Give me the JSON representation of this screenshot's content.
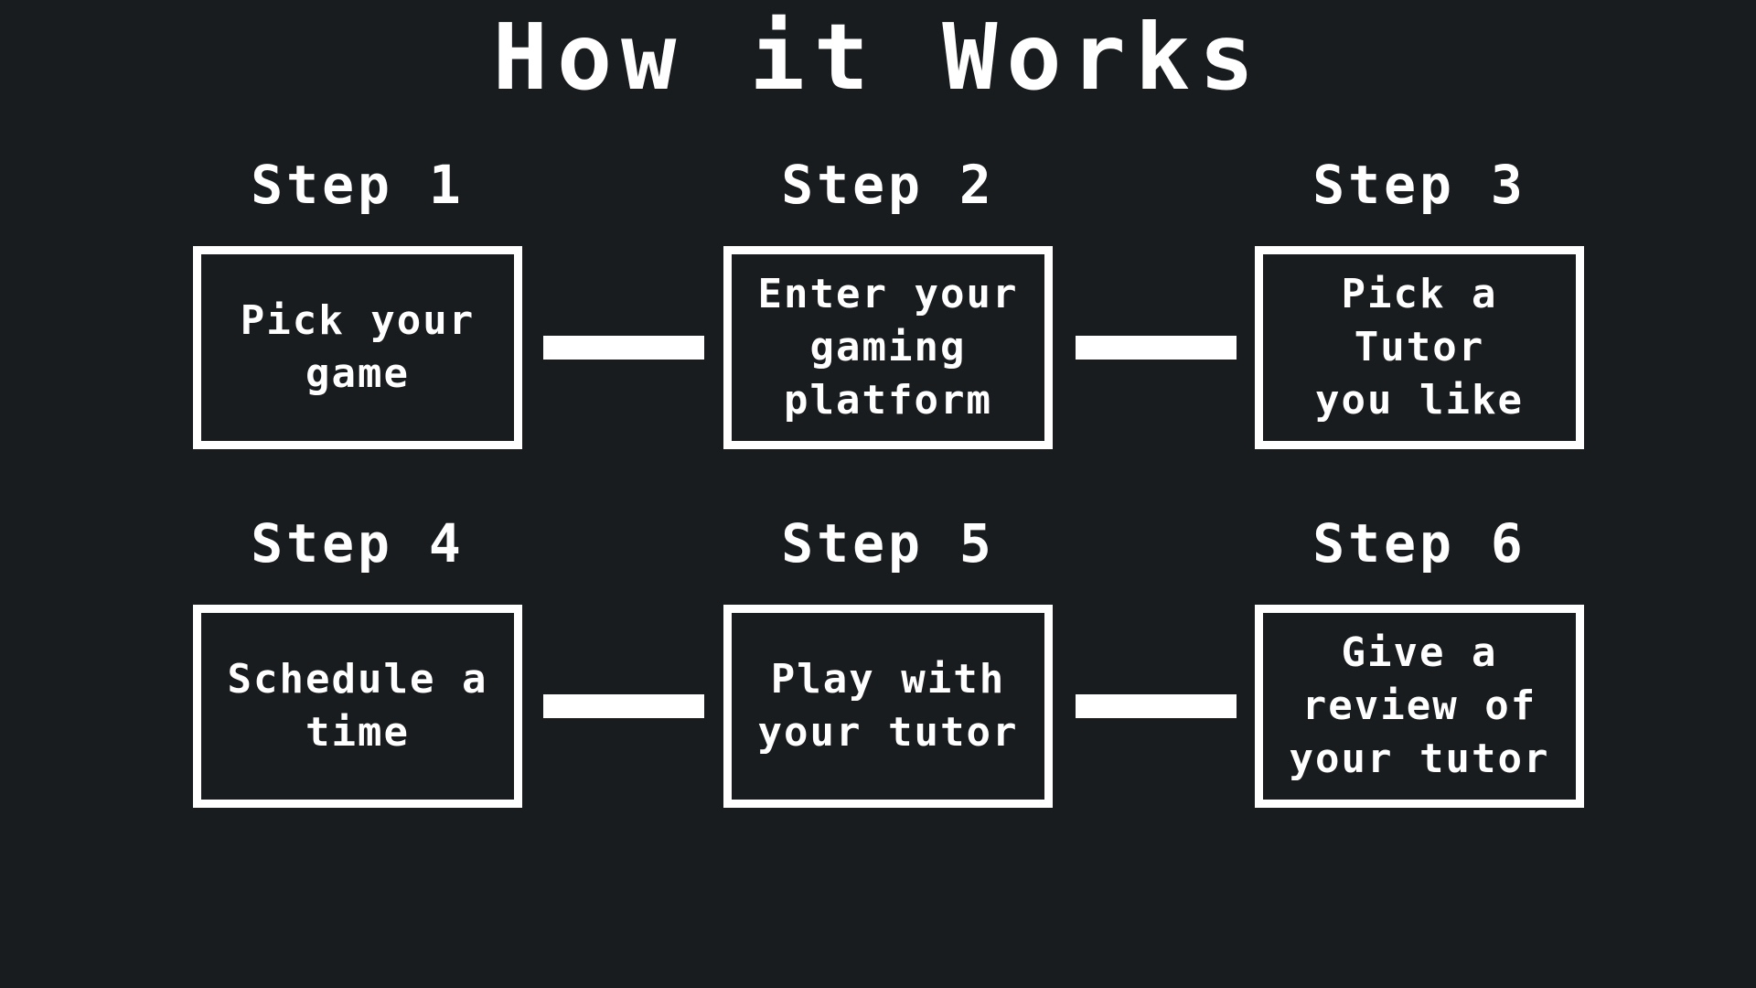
{
  "title": "How it Works",
  "colors": {
    "background": "#191c1f",
    "foreground": "#ffffff"
  },
  "steps": [
    {
      "label": "Step 1",
      "text": "Pick your\ngame"
    },
    {
      "label": "Step 2",
      "text": "Enter your\ngaming\nplatform"
    },
    {
      "label": "Step 3",
      "text": "Pick a\nTutor\nyou like"
    },
    {
      "label": "Step 4",
      "text": "Schedule a\ntime"
    },
    {
      "label": "Step 5",
      "text": "Play with\nyour tutor"
    },
    {
      "label": "Step 6",
      "text": "Give a\nreview of\nyour tutor"
    }
  ]
}
